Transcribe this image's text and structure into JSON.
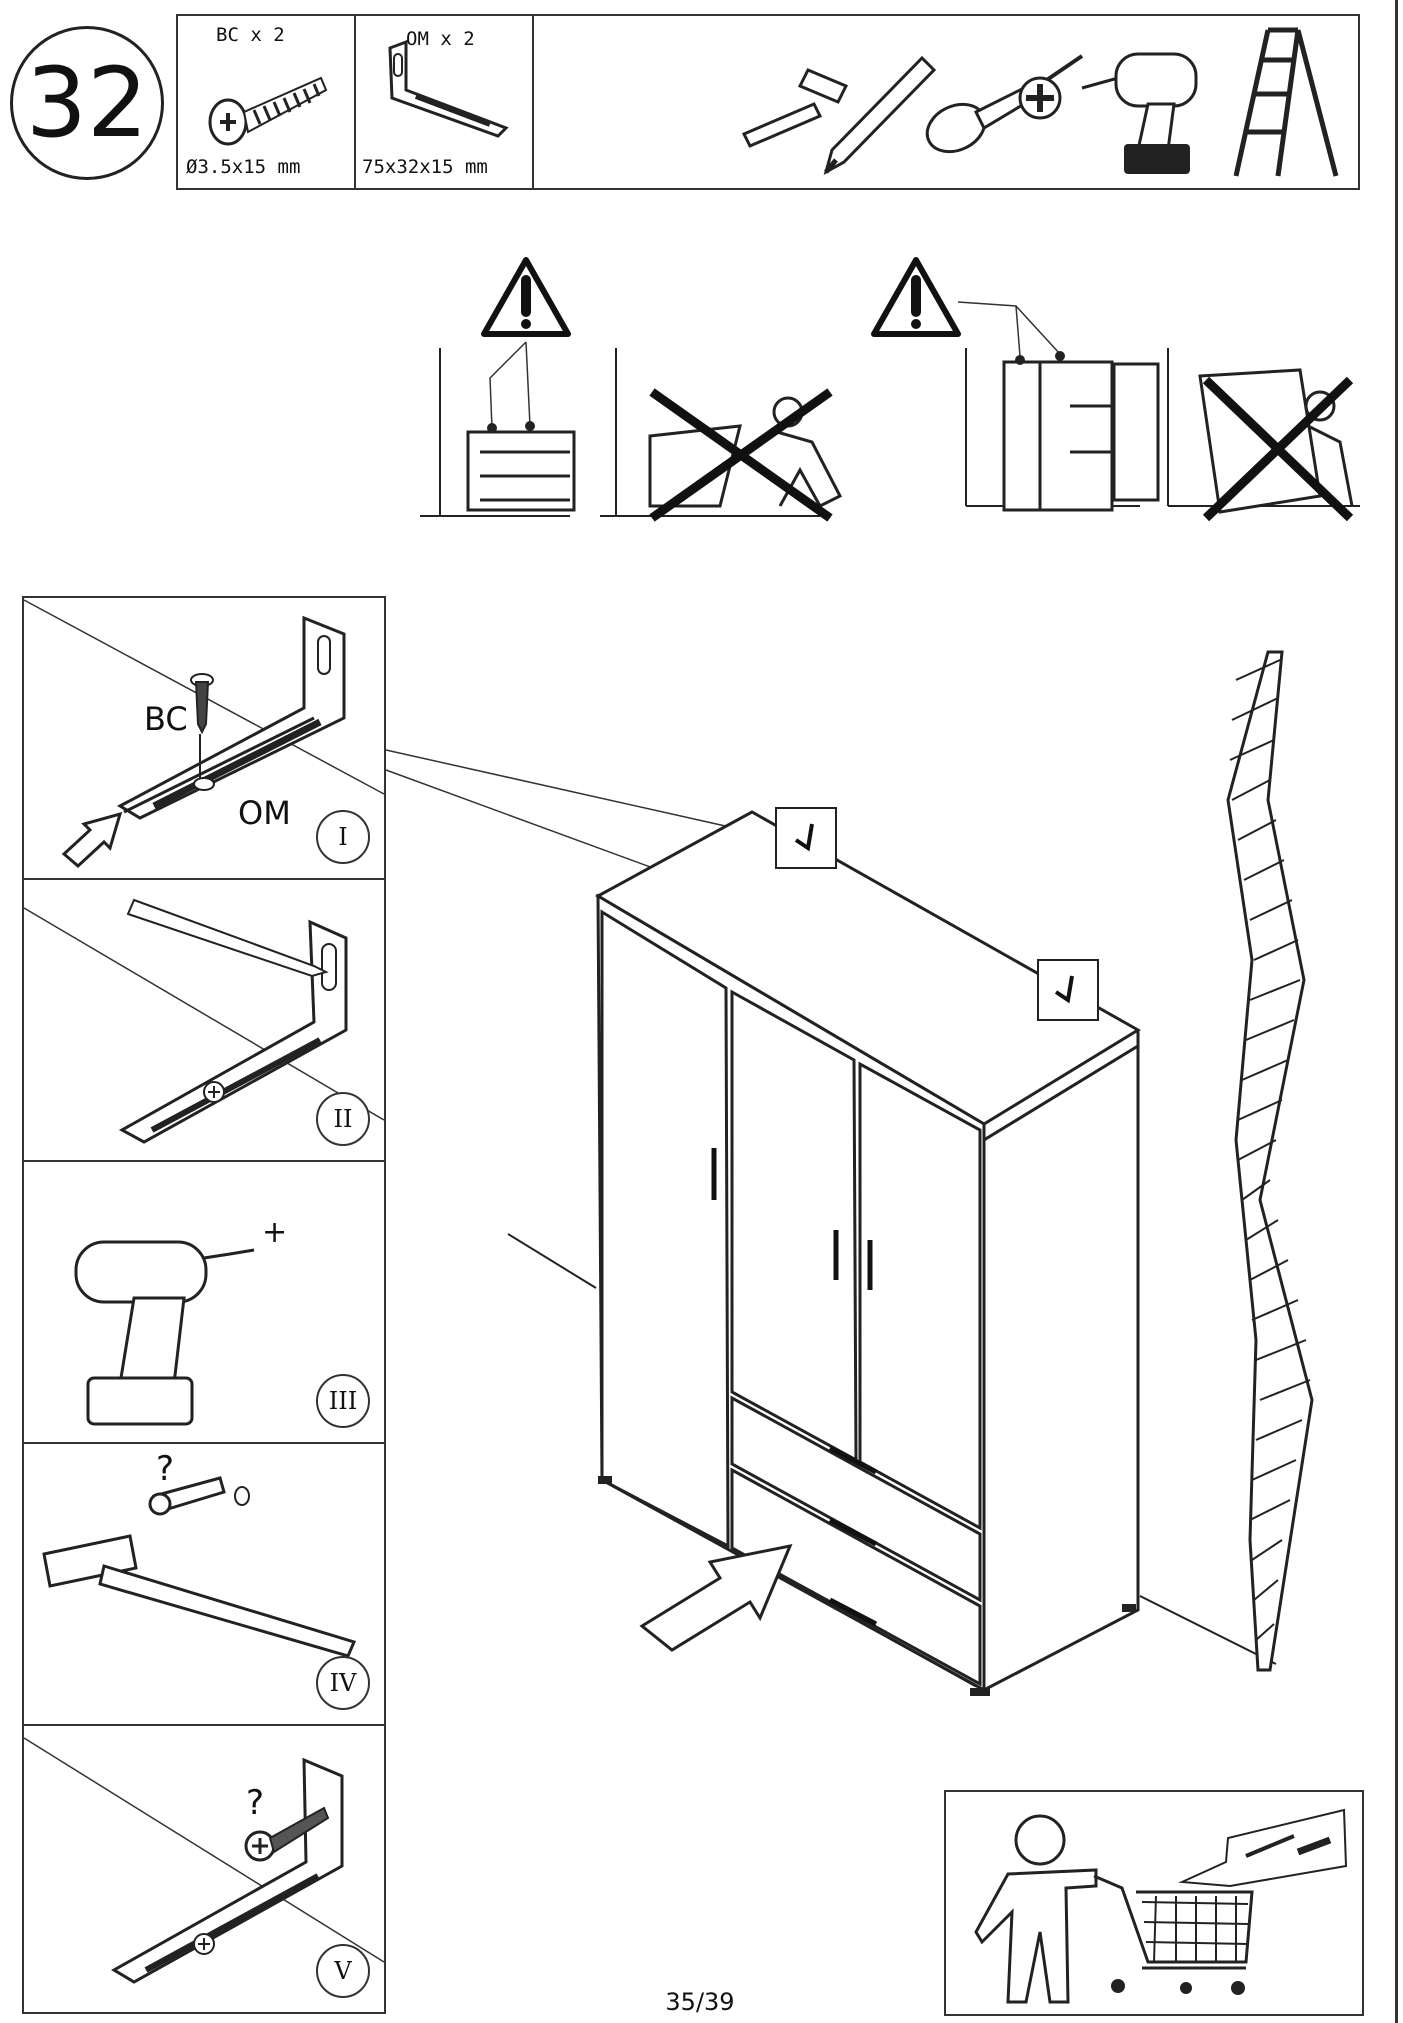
{
  "step": {
    "number": "32"
  },
  "parts": [
    {
      "code_qty": "BC x 2",
      "size": "Ø3.5x15 mm",
      "icon": "screw-icon"
    },
    {
      "code_qty": "OM x 2",
      "size": "75x32x15 mm",
      "icon": "angle-bracket-icon"
    }
  ],
  "tools": [
    "hammer-icon",
    "pencil-icon",
    "phillips-screwdriver-icon",
    "phillips-head-icon",
    "cordless-drill-icon",
    "step-ladder-icon"
  ],
  "warnings": [
    "warning-triangle-icon",
    "warning-triangle-icon"
  ],
  "detail_labels": {
    "screw": "BC",
    "bracket": "OM"
  },
  "substeps": [
    "I",
    "II",
    "III",
    "IV",
    "V"
  ],
  "symbols": {
    "plus": "+",
    "question": "?"
  },
  "page": "35/39"
}
